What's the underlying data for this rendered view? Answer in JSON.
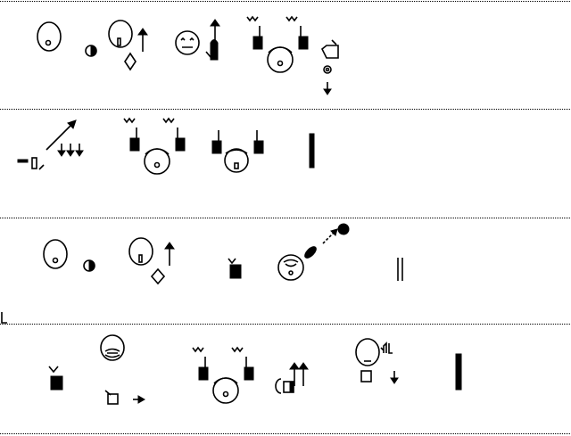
{
  "document": {
    "type": "signwriting-sequence",
    "rows": [
      {
        "signs": [
          "head-with-mouth-contact",
          "head-with-hand-and-arrow",
          "face-with-hand-and-arrow",
          "two-hands-with-face",
          "hand-with-spiral-and-arrow"
        ]
      },
      {
        "signs": [
          "hand-with-diagonal-arrow",
          "two-hands-with-face",
          "two-hands-with-face",
          "vertical-bar"
        ]
      },
      {
        "signs": [
          "head-with-mouth-contact",
          "head-with-hand-and-arrow",
          "small-hand",
          "face-with-movement-arrow",
          "double-bar"
        ]
      },
      {
        "signs": [
          "small-hand",
          "face-with-hand-and-arrow",
          "two-hands-with-face",
          "hand-with-up-arrows",
          "head-with-hand-and-down-arrow",
          "vertical-bar"
        ]
      }
    ],
    "ink_color": "#000000",
    "background_color": "#ffffff"
  }
}
